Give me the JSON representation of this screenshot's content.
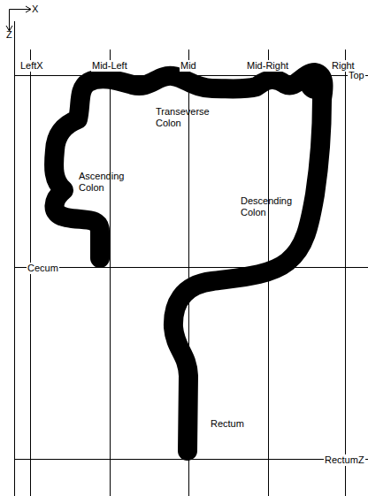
{
  "diagram": {
    "labels": [
      "X",
      "Z",
      "LeftX",
      "Mid-Left",
      "Mid",
      "Mid-Right",
      "Right",
      "Top",
      "Transeverse Colon",
      "Ascending Colon",
      "Descending Colon",
      "Cecum",
      "Rectum",
      "RectumZ"
    ]
  }
}
